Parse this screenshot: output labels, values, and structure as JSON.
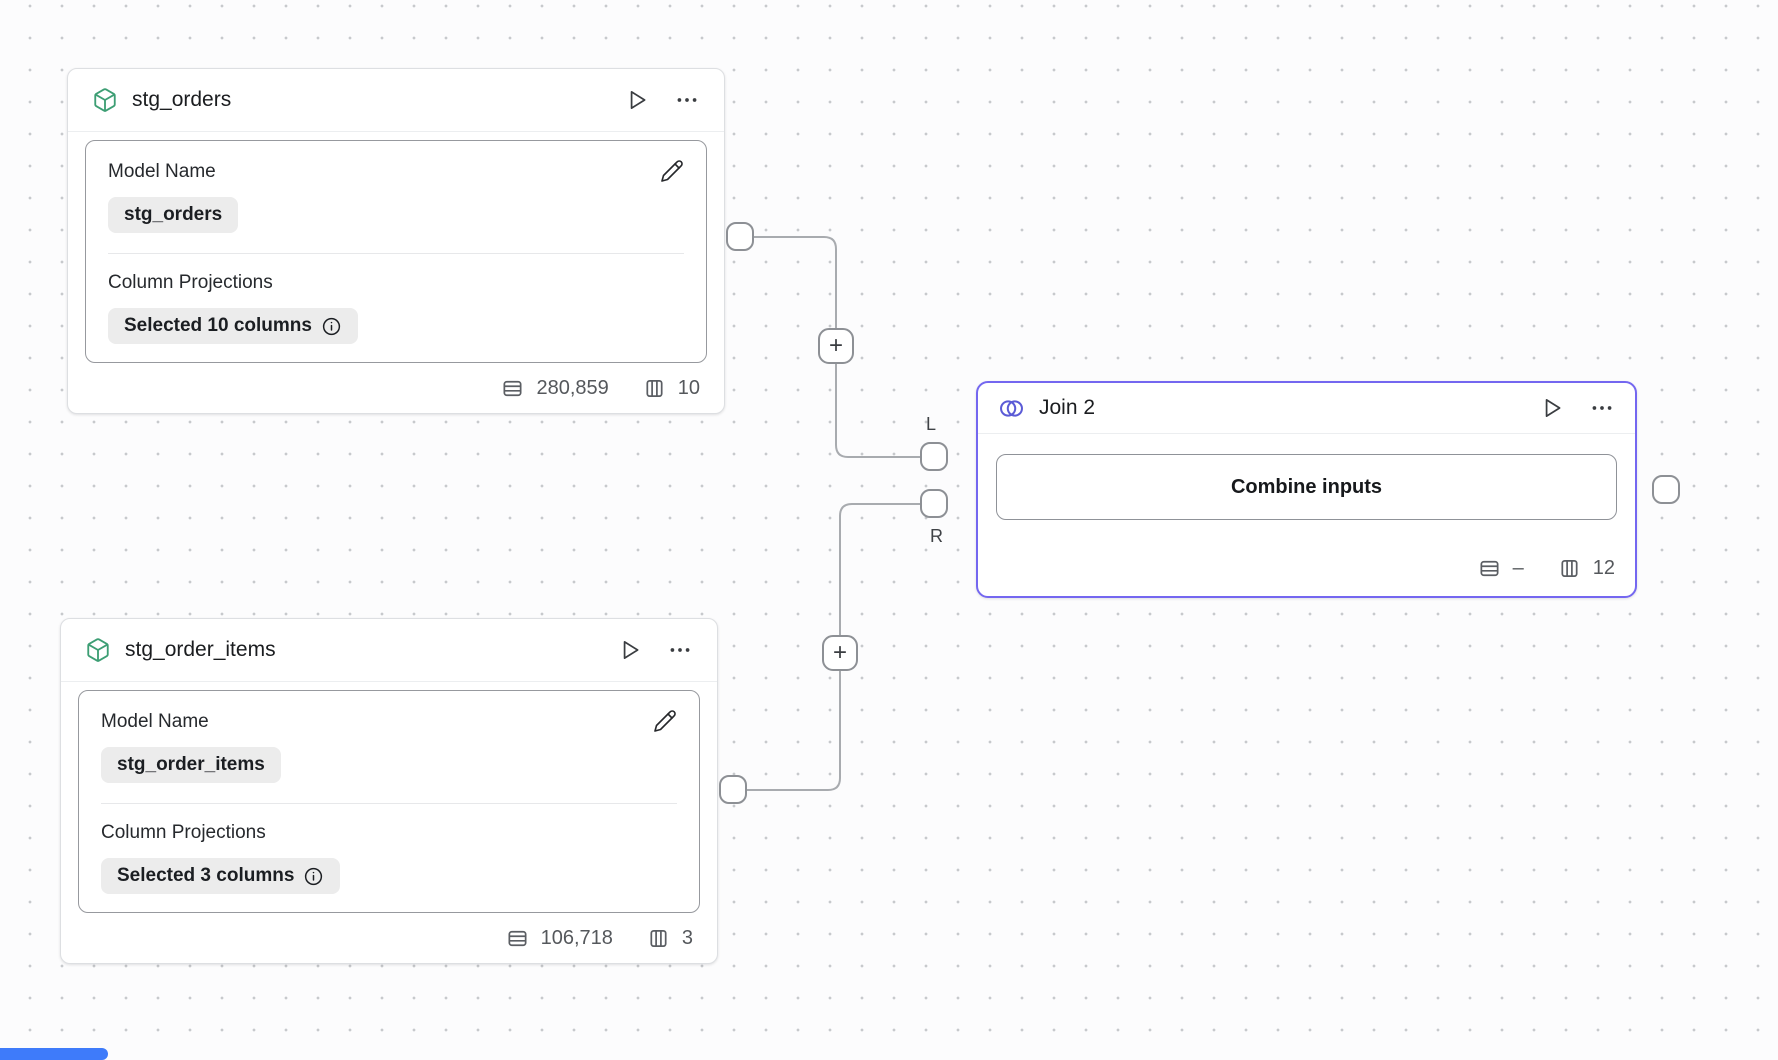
{
  "canvas": {
    "background": "#fcfcfd",
    "dot_color": "#c7c9cc",
    "scrollbar_color": "#3e7bfa"
  },
  "edges": {
    "plus_label": "+"
  },
  "nodes": {
    "stg_orders": {
      "title": "stg_orders",
      "fields": {
        "model_name": {
          "label": "Model Name",
          "value": "stg_orders"
        },
        "column_projections": {
          "label": "Column Projections",
          "value": "Selected 10 columns"
        }
      },
      "stats": {
        "rows": "280,859",
        "columns": "10"
      }
    },
    "stg_order_items": {
      "title": "stg_order_items",
      "fields": {
        "model_name": {
          "label": "Model Name",
          "value": "stg_order_items"
        },
        "column_projections": {
          "label": "Column Projections",
          "value": "Selected 3 columns"
        }
      },
      "stats": {
        "rows": "106,718",
        "columns": "3"
      }
    },
    "join": {
      "title": "Join 2",
      "button_label": "Combine inputs",
      "stats": {
        "rows": "–",
        "columns": "12"
      },
      "ports": {
        "left": "L",
        "right": "R"
      }
    }
  },
  "colors": {
    "model_icon_green": "#3d9e74",
    "join_accent": "#7467f0",
    "join_icon": "#5b5bd6"
  }
}
